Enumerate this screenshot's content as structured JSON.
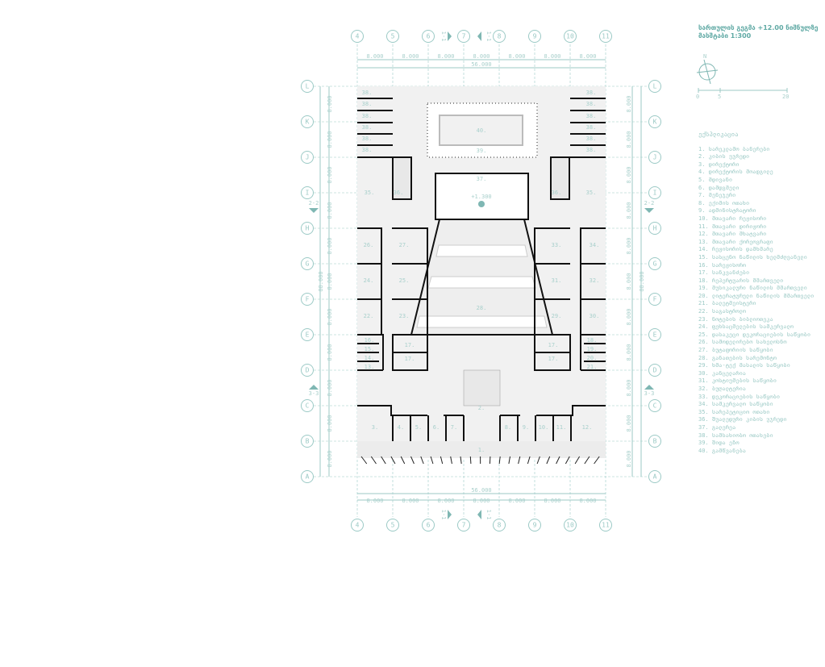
{
  "header": {
    "title": "სართულის გეგმა +12.00 ნიშნულზე",
    "scale": "მასშტაბი 1:300",
    "north_label": "N",
    "scale_bar": [
      "0",
      "5",
      "20"
    ]
  },
  "colors": {
    "accent": "#8bbfbb",
    "wall": "#111111",
    "floor": "#f1f1f1",
    "title": "#5fa9a4"
  },
  "grid": {
    "columns": [
      "4",
      "5",
      "6",
      "7",
      "8",
      "9",
      "10",
      "11"
    ],
    "rows": [
      "L",
      "K",
      "J",
      "I",
      "H",
      "G",
      "F",
      "E",
      "D",
      "C",
      "B",
      "A"
    ],
    "col_dim": "8.000",
    "row_dim": "8.000",
    "total_width": "56.000",
    "total_height": "88.000"
  },
  "sections": {
    "s1": "1-1",
    "s2": "2-2",
    "s3": "3-3"
  },
  "stage_level": "+1.300",
  "rooms": [
    "38.",
    "38.",
    "38.",
    "38.",
    "38.",
    "38.",
    "38.",
    "38.",
    "38.",
    "38.",
    "38.",
    "38.",
    "40.",
    "39.",
    "37.",
    "36.",
    "36.",
    "35.",
    "35.",
    "26.",
    "27.",
    "24.",
    "25.",
    "22.",
    "23.",
    "28.",
    "34.",
    "33.",
    "32.",
    "31.",
    "30.",
    "29.",
    "16.",
    "15.",
    "14.",
    "13.",
    "17.",
    "17.",
    "17.",
    "17.",
    "18.",
    "19.",
    "20.",
    "21.",
    "2.",
    "3.",
    "4.",
    "5.",
    "6.",
    "7.",
    "8.",
    "9.",
    "10.",
    "11.",
    "12.",
    "1."
  ],
  "legend": {
    "title": "ექსპლიკაცია",
    "items": [
      "1. სარეკლამო ბანერები",
      "2. კიბის უჯრედი",
      "3. დირექტორი",
      "4. დირექტორის მოადგილე",
      "5. მდივანი",
      "6. დამდგმელი",
      "7. მენეჯერი",
      "8. ექიმის ოთახი",
      "9. ადმინისტრატორი",
      "10. მთავარი რეჟისორი",
      "11. მთავარი დირიჟორი",
      "12. მთავარი მხატვარი",
      "13. მთავარი ქორეოგრაფი",
      "14. რეჟისორის დამხმარე",
      "15. სასცენო ნაწილის ხელმძღვანელი",
      "16. სარეჟისორო",
      "17. სანკვანძები",
      "18. რეპერტუარის მმართველი",
      "19. მუსიკალური ნაწილის მმართველი",
      "20. ლიტერატურული ნაწილის მმართველი",
      "21. ბალეტმეისტერი",
      "22. საგასტროლო",
      "23. ნოტების ბიბლიოთეკა",
      "24. ფეხსაცმელების სამკერვალო",
      "25. დასაკეცი დეკორაციების საწყობი",
      "26. სამოდელირებო სახელოსნო",
      "27. ბუტაფორიის საწყობი",
      "28. განათების სარემონტო",
      "29. ხმა-ტექ მასალის საწყობი",
      "30. კანცელარია",
      "31. კოსტიუმების საწყობი",
      "32. ბუღალტერია",
      "33. დეკორაციების საწყობი",
      "34. სამკერვალო საწყობი",
      "35. სარეპეტიციო ოთახი",
      "36. შუალედური კიბის უჯრედი",
      "37. გალერეა",
      "38. სამსახიობო ოთახები",
      "39. შიდა ეზო",
      "40. გამწვანება"
    ]
  }
}
